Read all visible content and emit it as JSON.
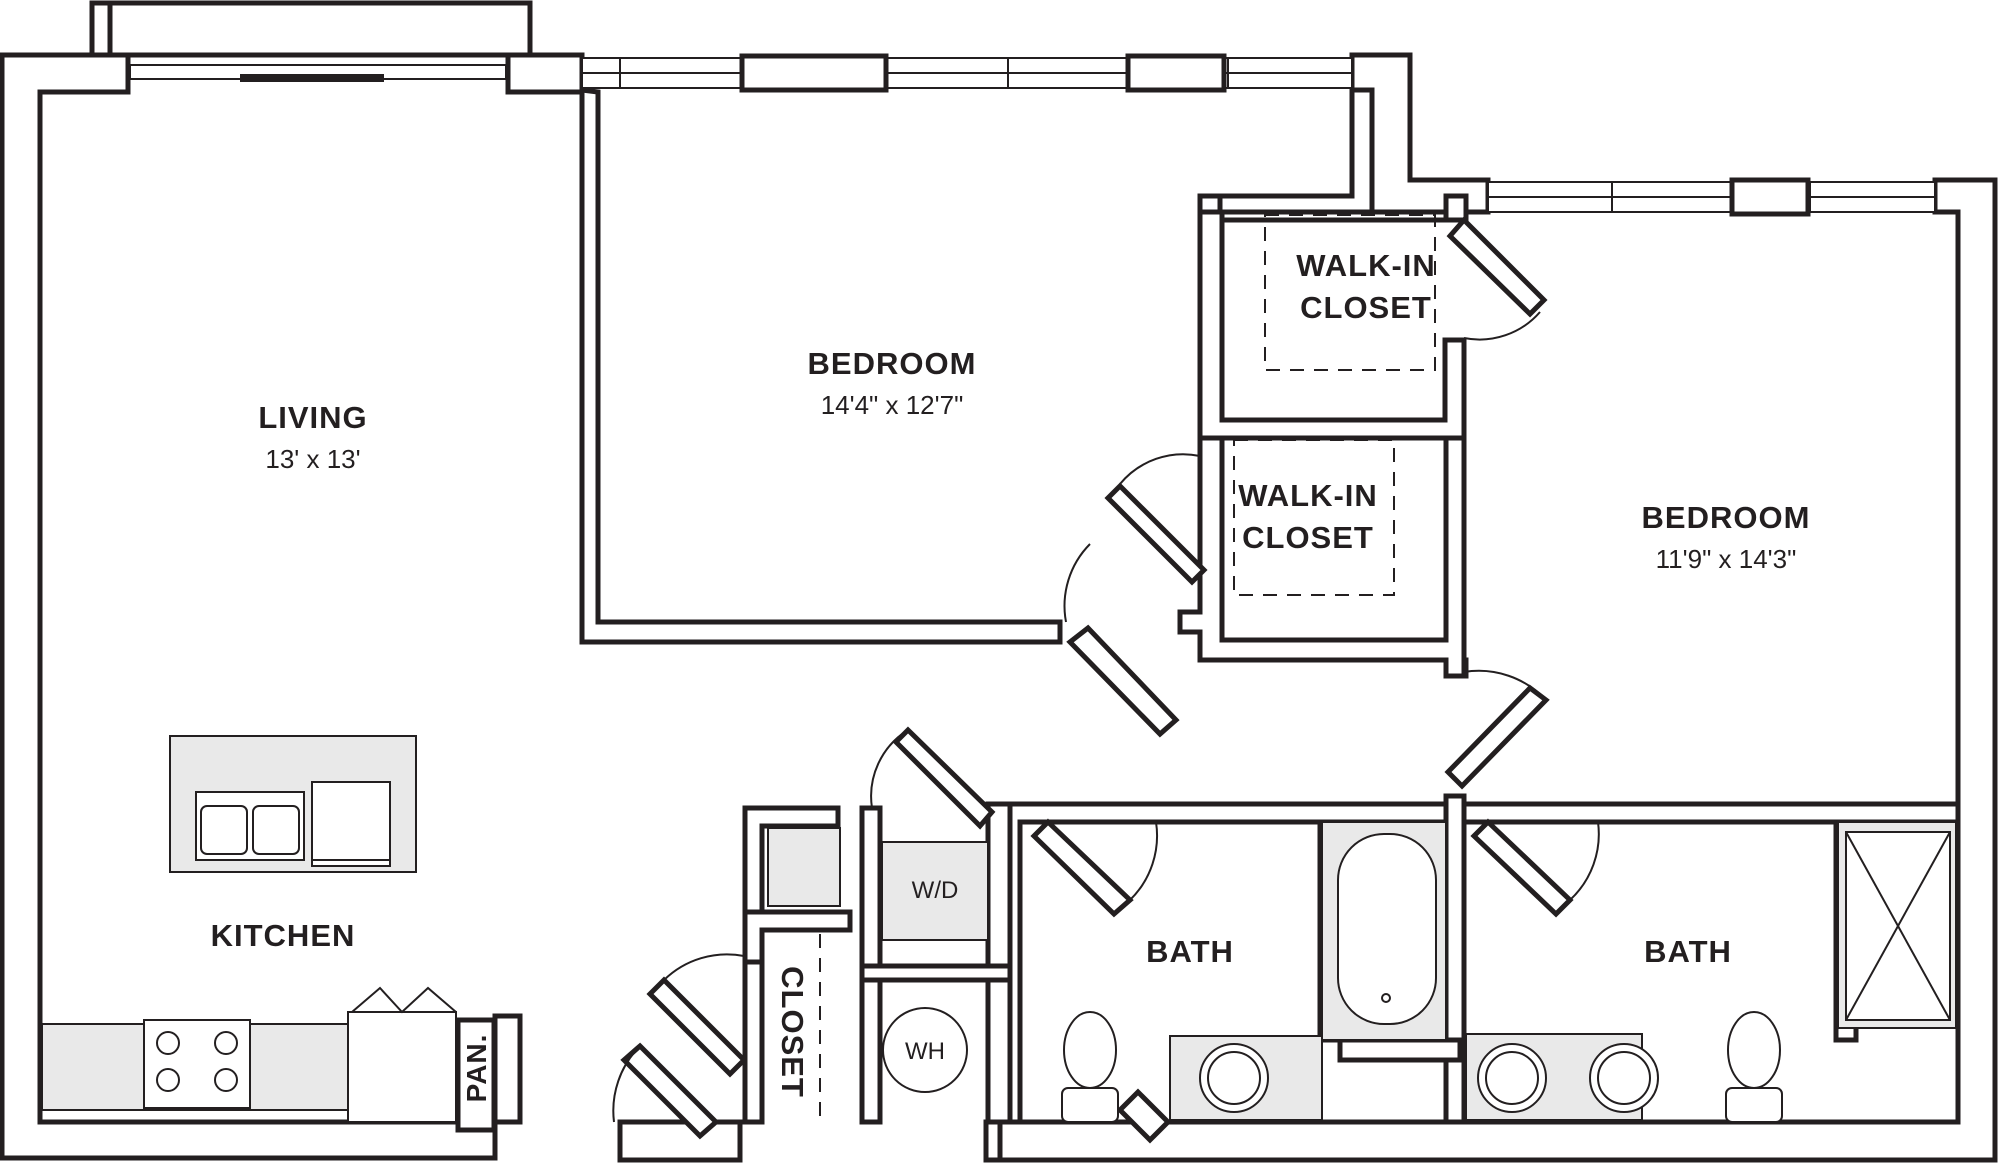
{
  "rooms": {
    "living": {
      "name": "LIVING",
      "dims": "13' x 13'"
    },
    "bedroom_1": {
      "name": "BEDROOM",
      "dims": "14'4\" x 12'7\""
    },
    "bedroom_2": {
      "name": "BEDROOM",
      "dims": "11'9\" x 14'3\""
    },
    "walkin_closet_1": {
      "line1": "WALK-IN",
      "line2": "CLOSET"
    },
    "walkin_closet_2": {
      "line1": "WALK-IN",
      "line2": "CLOSET"
    },
    "kitchen": {
      "name": "KITCHEN"
    },
    "bath_1": {
      "name": "BATH"
    },
    "bath_2": {
      "name": "BATH"
    },
    "closet": {
      "name": "CLOSET"
    },
    "pantry": {
      "name": "PAN."
    },
    "washer_dryer": {
      "name": "W/D"
    },
    "water_heater": {
      "name": "WH"
    }
  },
  "colors": {
    "wall": "#231f20",
    "fixture_fill": "#e9e9e9",
    "background": "#ffffff"
  }
}
